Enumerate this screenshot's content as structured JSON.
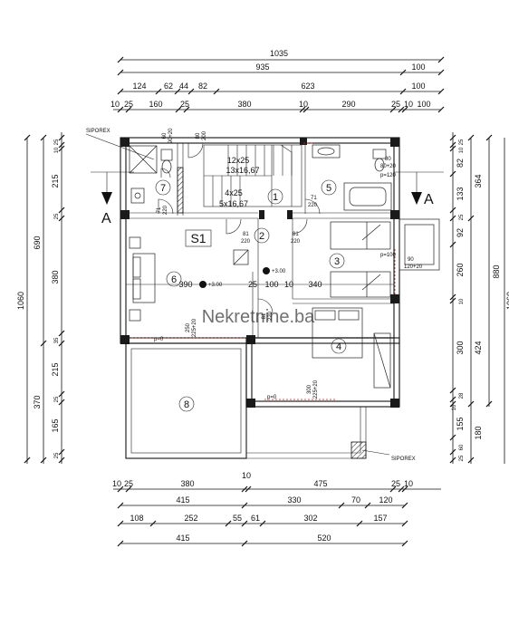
{
  "dims": {
    "top": {
      "r1": [
        "1035"
      ],
      "r2": [
        "935",
        "100"
      ],
      "r3": [
        "124",
        "62",
        "44",
        "82",
        "623",
        "100"
      ],
      "r4": [
        "10",
        "25",
        "160",
        "25",
        "380",
        "10",
        "290",
        "25",
        "10",
        "100"
      ]
    },
    "bottom": {
      "r1": [
        "10",
        "25",
        "380",
        "10",
        "475",
        "25",
        "10"
      ],
      "r2": [
        "415",
        "330",
        "70",
        "120"
      ],
      "r3": [
        "108",
        "252",
        "55",
        "61",
        "302",
        "157"
      ],
      "r4": [
        "415",
        "520"
      ]
    },
    "left": {
      "outer": [
        "1060"
      ],
      "mid": [
        "690",
        "370"
      ],
      "inner": [
        "25",
        "10",
        "215",
        "25",
        "380",
        "35",
        "215",
        "25",
        "165",
        "25"
      ]
    },
    "right": {
      "a": [
        "25",
        "10",
        "82",
        "133",
        "25",
        "92",
        "260",
        "10",
        "300",
        "28",
        "10",
        "155",
        "60",
        "25"
      ],
      "b": [
        "364",
        "424",
        "180"
      ],
      "c": [
        "880"
      ],
      "d": [
        "1060"
      ]
    }
  },
  "labels": {
    "siporex_top": "SIPOREX",
    "siporex_bottom": "SIPOREX",
    "section_left": "A",
    "section_right": "A",
    "stair_top_1": "12x25",
    "stair_top_2": "13x16,67",
    "stair_bot_1": "4x25",
    "stair_bot_2": "5x16,67",
    "s1": "S1",
    "level_1": "+3.00",
    "level_2": "+3.00",
    "pv": "p=0",
    "pv_r1": "p=120",
    "pv_r2": "p=100",
    "dim_6": "390",
    "dim_25": "25",
    "dim_100": "100",
    "dim_10": "10",
    "dim_340": "340",
    "watermark": "Nekretnine.ba"
  },
  "rooms": [
    "1",
    "2",
    "3",
    "4",
    "5",
    "6",
    "7",
    "8"
  ],
  "openings": [
    {
      "top": "60",
      "bot": "90+20"
    },
    {
      "top": "80",
      "bot": "200"
    },
    {
      "top": "71",
      "bot": "220"
    },
    {
      "top": "71",
      "bot": "220"
    },
    {
      "top": "81",
      "bot": "220"
    },
    {
      "top": "81",
      "bot": "220"
    },
    {
      "top": "81",
      "bot": "220"
    },
    {
      "top": "80",
      "bot": "80+20"
    },
    {
      "top": "90",
      "bot": "120+20"
    },
    {
      "top": "250",
      "bot": "225+20"
    },
    {
      "top": "300",
      "bot": "225+20"
    }
  ]
}
